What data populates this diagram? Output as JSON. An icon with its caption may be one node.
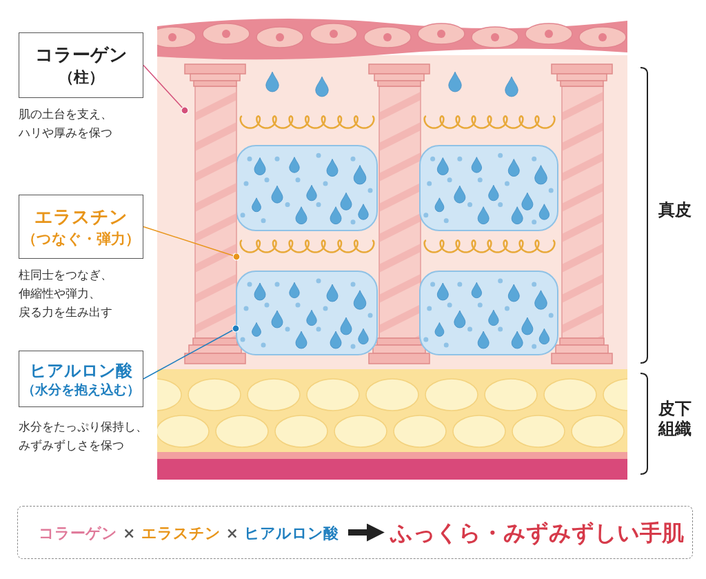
{
  "diagram": {
    "nodes": [
      {
        "text": [
          "コラーゲン",
          "（柱）"
        ],
        "beside": [
          "肌の土台を支え、ハリや厚みを保つ"
        ]
      },
      {
        "text": [
          "エラスチン",
          "（つなぐ・弾力）"
        ],
        "beside": [
          "柱同士をつなぎ、伸縮性や弾力、戻る力を生み出す"
        ]
      },
      {
        "text": [
          "ヒアルロン酸",
          "（水分を抱え込む）"
        ],
        "beside": [
          "水分をたっぷり保持し、みずみずしさを保つ"
        ]
      },
      {
        "text": [],
        "shape": "column"
      },
      {
        "text": [],
        "shape": "coil"
      },
      {
        "text": [],
        "shape": "picture"
      },
      {
        "text": [],
        "shape": "box"
      },
      {
        "text": [
          "コラーゲン",
          "×",
          "エラスチン",
          "×",
          "ヒアルロン酸"
        ],
        "in": 6
      },
      {
        "text": [
          "ふっくら・みずみずしい手肌"
        ],
        "in": 6
      }
    ],
    "edges": [
      {
        "from": 0,
        "to": 3,
        "arrow": "other",
        "color": "#d4507a"
      },
      {
        "from": 1,
        "to": 4,
        "arrow": "other",
        "color": "#e8951a"
      },
      {
        "from": 2,
        "to": 5,
        "arrow": "other",
        "color": "#1f7fbf"
      },
      {
        "from": 7,
        "to": 8,
        "arrow": "to",
        "style": "thick",
        "color": "#222222"
      }
    ],
    "labels": [
      "真皮",
      "皮下組織"
    ]
  }
}
